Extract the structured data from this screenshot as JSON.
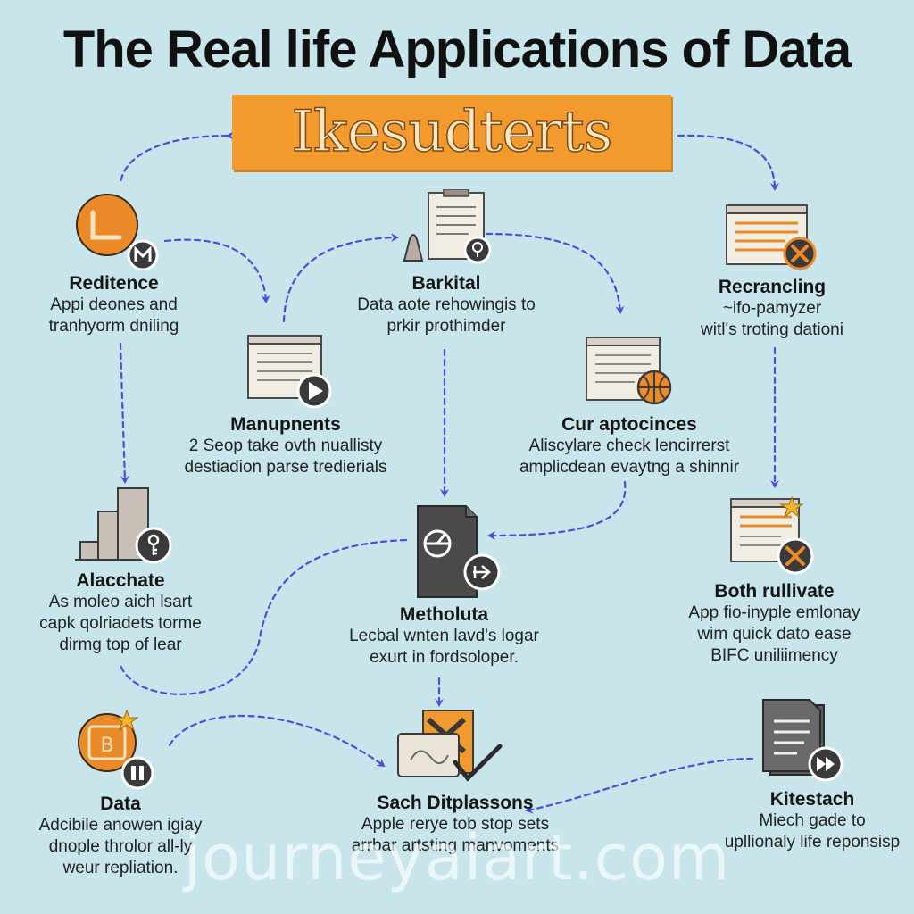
{
  "title": "The Real life Applications of Data",
  "banner": {
    "text": "Ikesudterts",
    "color": "#f39a2e"
  },
  "colors": {
    "background": "#c7e5ea",
    "arrow": "#4a4fd8",
    "accent": "#e8892a",
    "icon_dark": "#3d3d3d",
    "paper": "#f2ede2"
  },
  "watermark": "journeyaiart.com",
  "nodes": {
    "redience": {
      "title": "Reditence",
      "desc": [
        "Appi deones and",
        "tranhyorm dniling"
      ],
      "icon": "orange-l-circle-icon",
      "badge": "m-badge-icon"
    },
    "barkital": {
      "title": "Barkital",
      "desc": [
        "Data aote rehowingis to",
        "prkir prothimder"
      ],
      "icon": "clipboard-icon",
      "badge": "bulb-badge-icon"
    },
    "recrancling": {
      "title": "Recrancling",
      "desc": [
        "~ifo-pamyzer",
        "witl's troting dationi"
      ],
      "icon": "window-icon",
      "badge": "close-badge-icon"
    },
    "manupnents": {
      "title": "Manupnents",
      "desc": [
        "2 Seop take ovth nuallisty",
        "destiadion parse tredierials"
      ],
      "icon": "window-icon",
      "badge": "play-badge-icon"
    },
    "cur_aptocinces": {
      "title": "Cur aptocinces",
      "desc": [
        "Aliscylare check lencirrerst",
        "amplicdean evaytng a shinnir"
      ],
      "icon": "window-icon",
      "badge": "basketball-badge-icon"
    },
    "alacchate": {
      "title": "Alacchate",
      "desc": [
        "As moleo aich lsart",
        "capk qolriadets torme",
        "dirmg top of lear"
      ],
      "icon": "bar-chart-icon",
      "badge": "key-badge-icon"
    },
    "metholuta": {
      "title": "Metholuta",
      "desc": [
        "Lecbal wnten lavd's logar",
        "exurt in fordsoloper."
      ],
      "icon": "document-icon",
      "badge": "arrow-badge-icon"
    },
    "both_rullivate": {
      "title": "Both rullivate",
      "desc": [
        "App fio-inyple emlonay",
        "wim quick dato ease",
        "BIFC uniliimency"
      ],
      "icon": "window-icon",
      "badge": "close-badge-icon"
    },
    "data": {
      "title": "Data",
      "desc": [
        "Adcibile anowen igiay",
        "dnople throlor all-ly",
        "weur repliation."
      ],
      "icon": "orange-b-circle-icon",
      "badge": "pause-badge-icon"
    },
    "sach": {
      "title": "Sach Ditplassons",
      "desc": [
        "Apple rerye tob stop sets",
        "arrbar artsting manvoments"
      ],
      "icon": "folder-check-icon",
      "badge": "checkmark-icon"
    },
    "kitestach": {
      "title": "Kitestach",
      "desc": [
        "Miech gade to",
        "upllionaly life reponsisp"
      ],
      "icon": "list-document-icon",
      "badge": "forward-badge-icon"
    }
  }
}
